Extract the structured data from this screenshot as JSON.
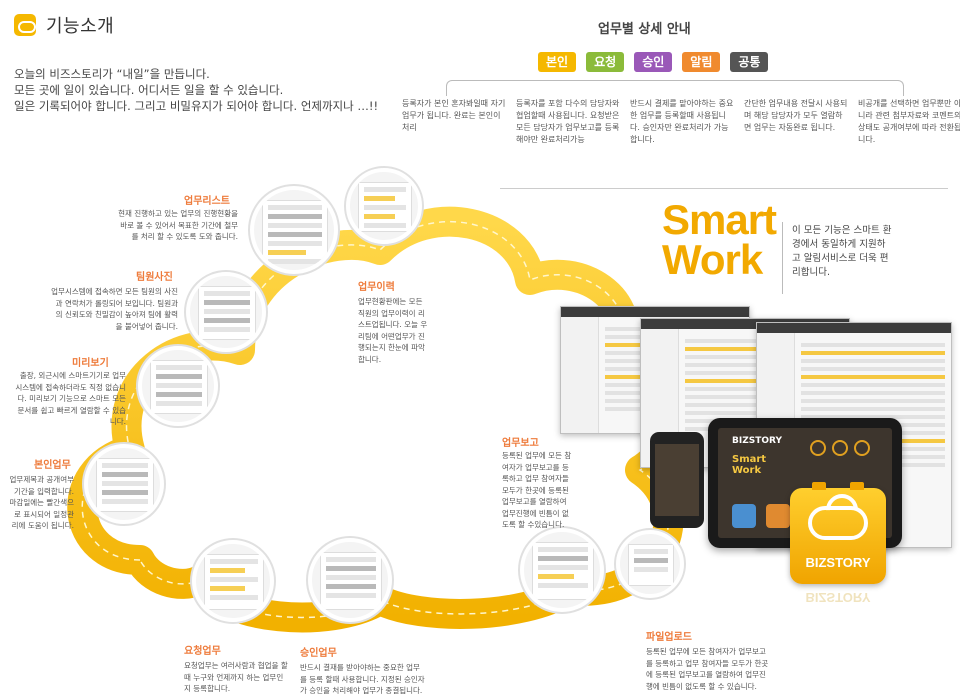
{
  "header": {
    "title": "기능소개"
  },
  "intro": {
    "lines": [
      "오늘의 비즈스토리가 “내일”을 만듭니다.",
      "모든 곳에 일이 있습니다. 어디서든 일을 할 수 있습니다.",
      "일은 기록되어야 합니다. 그리고 비밀유지가 되어야 합니다. 언제까지나 …!!"
    ]
  },
  "guide": {
    "title": "업무별 상세 안내",
    "tags": [
      {
        "label": "본인",
        "color": "#f5b800"
      },
      {
        "label": "요청",
        "color": "#8bbb3a"
      },
      {
        "label": "승인",
        "color": "#9a58b8"
      },
      {
        "label": "알림",
        "color": "#f08a2e"
      },
      {
        "label": "공통",
        "color": "#555555"
      }
    ],
    "descs": [
      "등록자가 본인 혼자봐일때 자기업무가 됩니다. 완료는 본인이 처리",
      "등록자를 포함 다수의 담당자와 협업할때 사용됩니다. 요청받은 모든 담당자가 업무보고를 등록해야만 완료처리가능",
      "반드시 결제를 맡아야하는 중요한 업무를 등록할때 사용됩니다. 승인자만 완료처리가 가능합니다.",
      "간단한 업무내용 전달시 사용되며 해당 담당자가 모두 열람하면 업무는 자동완료 됩니다.",
      "비공개를 선택하면 업무뿐만 아니라 관련 첨부자료와 코멘트의 상태도 공개여부에 따라 전환됩니다."
    ]
  },
  "smart": {
    "line1": "Smart",
    "line2": "Work",
    "desc": "이 모든 기능은 스마트 환경에서 동일하게 지원하고 알림서비스로 더욱 편리합니다."
  },
  "features": {
    "list": {
      "title": "업무리스트",
      "desc": "현재 진행하고 있는 업무의 진행현황을 바로 볼 수 있어서 목표한 기간에 철무를 처리 할 수 있도록 도와 줍니다."
    },
    "photo": {
      "title": "팀원사진",
      "desc": "업무시스템에 접속하면 모든 팀원의 사진과 연락처가 롤링되어 보입니다. 팀원과의 신뢰도와 친밀감이 높아져 팀에 활력을 불어넣어 줍니다."
    },
    "preview": {
      "title": "미리보기",
      "desc": "출장, 외근시에 스마트기기로 업무시스템에 접속하더라도 직정 없습니다. 미리보기 기능으로 스마트 모든 문서를 쉽고 빠르게 열람할 수 있습니다."
    },
    "self": {
      "title": "본인업무",
      "desc": "업무제목과 공개여부 기간을 입력합니다. 마감일에는 빨간색으로 표시되어 일정관리에 도움이 됩니다."
    },
    "history": {
      "title": "업무이력",
      "desc": "업무현황판에는 모든 직원의 업무이력이 리스트업됩니다. 오늘 우리팀에 어떤업무가 진행되는지 한눈에 파악합니다."
    },
    "report": {
      "title": "업무보고",
      "desc": "등록된 업무에 모든 참여자가 업무보고를 등록하고 업무 참여자들 모두가 한곳에 등록된 업무보고를 열람하여 업무진행에 빈틈이 없도록 할 수있습니다."
    },
    "request": {
      "title": "요청업무",
      "desc": "요청업무는 여러사람과 협업을 할때 누구와 언제까지 하는 업무인지 등록합니다."
    },
    "approval": {
      "title": "승인업무",
      "desc": "반드시 결재를 받아야하는 중요한 업무를 등록 할때 사용합니다. 지정된 승인자가 승인을 처리해야 업무가 종결됩니다."
    },
    "upload": {
      "title": "파일업로드",
      "desc": "등록된 업무에 모든 참여자가 업무보고를 등록하고 업무 참여자들 모두가 한곳에 등록된 업무보고를 열람하여 업무진행에 빈틈이 없도록 할 수 있습니다."
    }
  },
  "brand": {
    "name": "BIZSTORY"
  },
  "colors": {
    "accent": "#f5b800",
    "label": "#ee7b3b"
  }
}
